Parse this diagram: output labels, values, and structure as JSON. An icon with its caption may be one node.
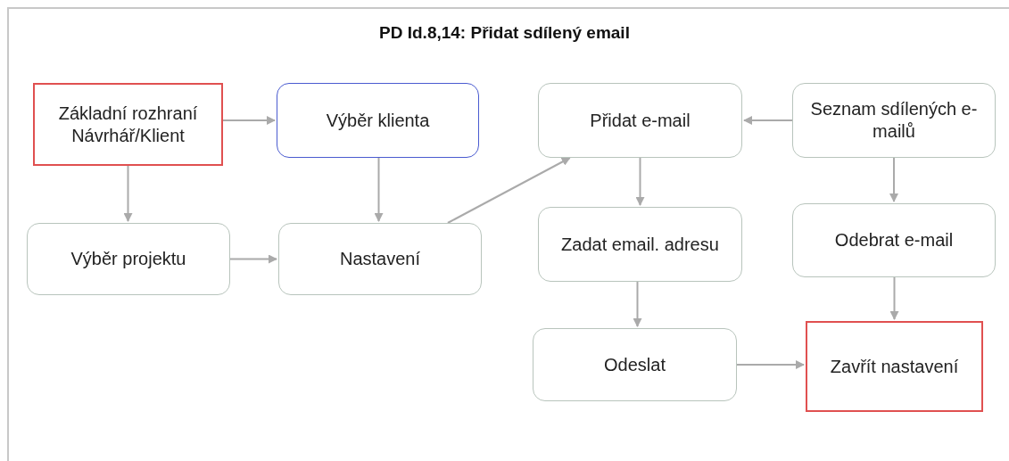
{
  "diagram": {
    "title": "PD Id.8,14: Přidat sdílený email",
    "nodes": [
      {
        "text": [
          "Základní rozhraní Návrhář/Klient"
        ]
      },
      {
        "text": [
          "Výběr klienta"
        ]
      },
      {
        "text": [
          "Výběr projektu"
        ]
      },
      {
        "text": [
          "Nastavení"
        ]
      },
      {
        "text": [
          "Přidat e-mail"
        ]
      },
      {
        "text": [
          "Seznam sdílených e-mailů"
        ]
      },
      {
        "text": [
          "Zadat email. adresu"
        ]
      },
      {
        "text": [
          "Odebrat e-mail"
        ]
      },
      {
        "text": [
          "Odeslat"
        ]
      },
      {
        "text": [
          "Zavřít nastavení"
        ]
      }
    ],
    "edges": [
      {
        "from": 0,
        "to": 1,
        "arrow": "to"
      },
      {
        "from": 0,
        "to": 2,
        "arrow": "to"
      },
      {
        "from": 1,
        "to": 3,
        "arrow": "to"
      },
      {
        "from": 2,
        "to": 3,
        "arrow": "to"
      },
      {
        "from": 3,
        "to": 4,
        "arrow": "to"
      },
      {
        "from": 5,
        "to": 4,
        "arrow": "to"
      },
      {
        "from": 4,
        "to": 6,
        "arrow": "to"
      },
      {
        "from": 6,
        "to": 8,
        "arrow": "to"
      },
      {
        "from": 5,
        "to": 7,
        "arrow": "to"
      },
      {
        "from": 7,
        "to": 9,
        "arrow": "to"
      },
      {
        "from": 8,
        "to": 9,
        "arrow": "to"
      }
    ]
  }
}
